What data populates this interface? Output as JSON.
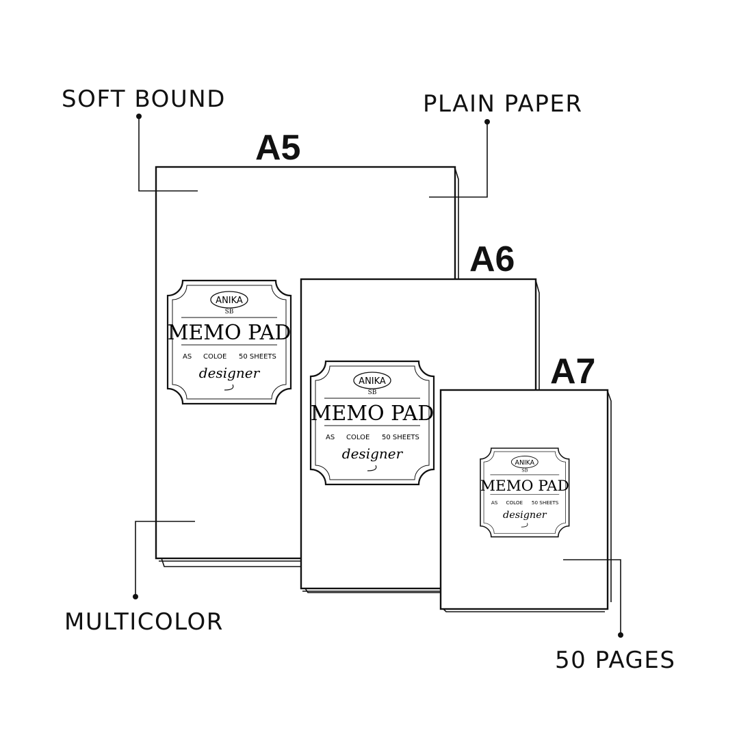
{
  "sizes": {
    "a5": "A5",
    "a6": "A6",
    "a7": "A7"
  },
  "callouts": {
    "soft_bound": "SOFT BOUND",
    "plain_paper": "PLAIN PAPER",
    "multicolor": "MULTICOLOR",
    "pages": "50 PAGES"
  },
  "badge": {
    "brand": "ANIKA",
    "monogram": "SB",
    "title": "MEMO PAD",
    "line_left": "AS",
    "line_mid": "COLOE",
    "line_right": "50 SHEETS",
    "script": "designer"
  }
}
